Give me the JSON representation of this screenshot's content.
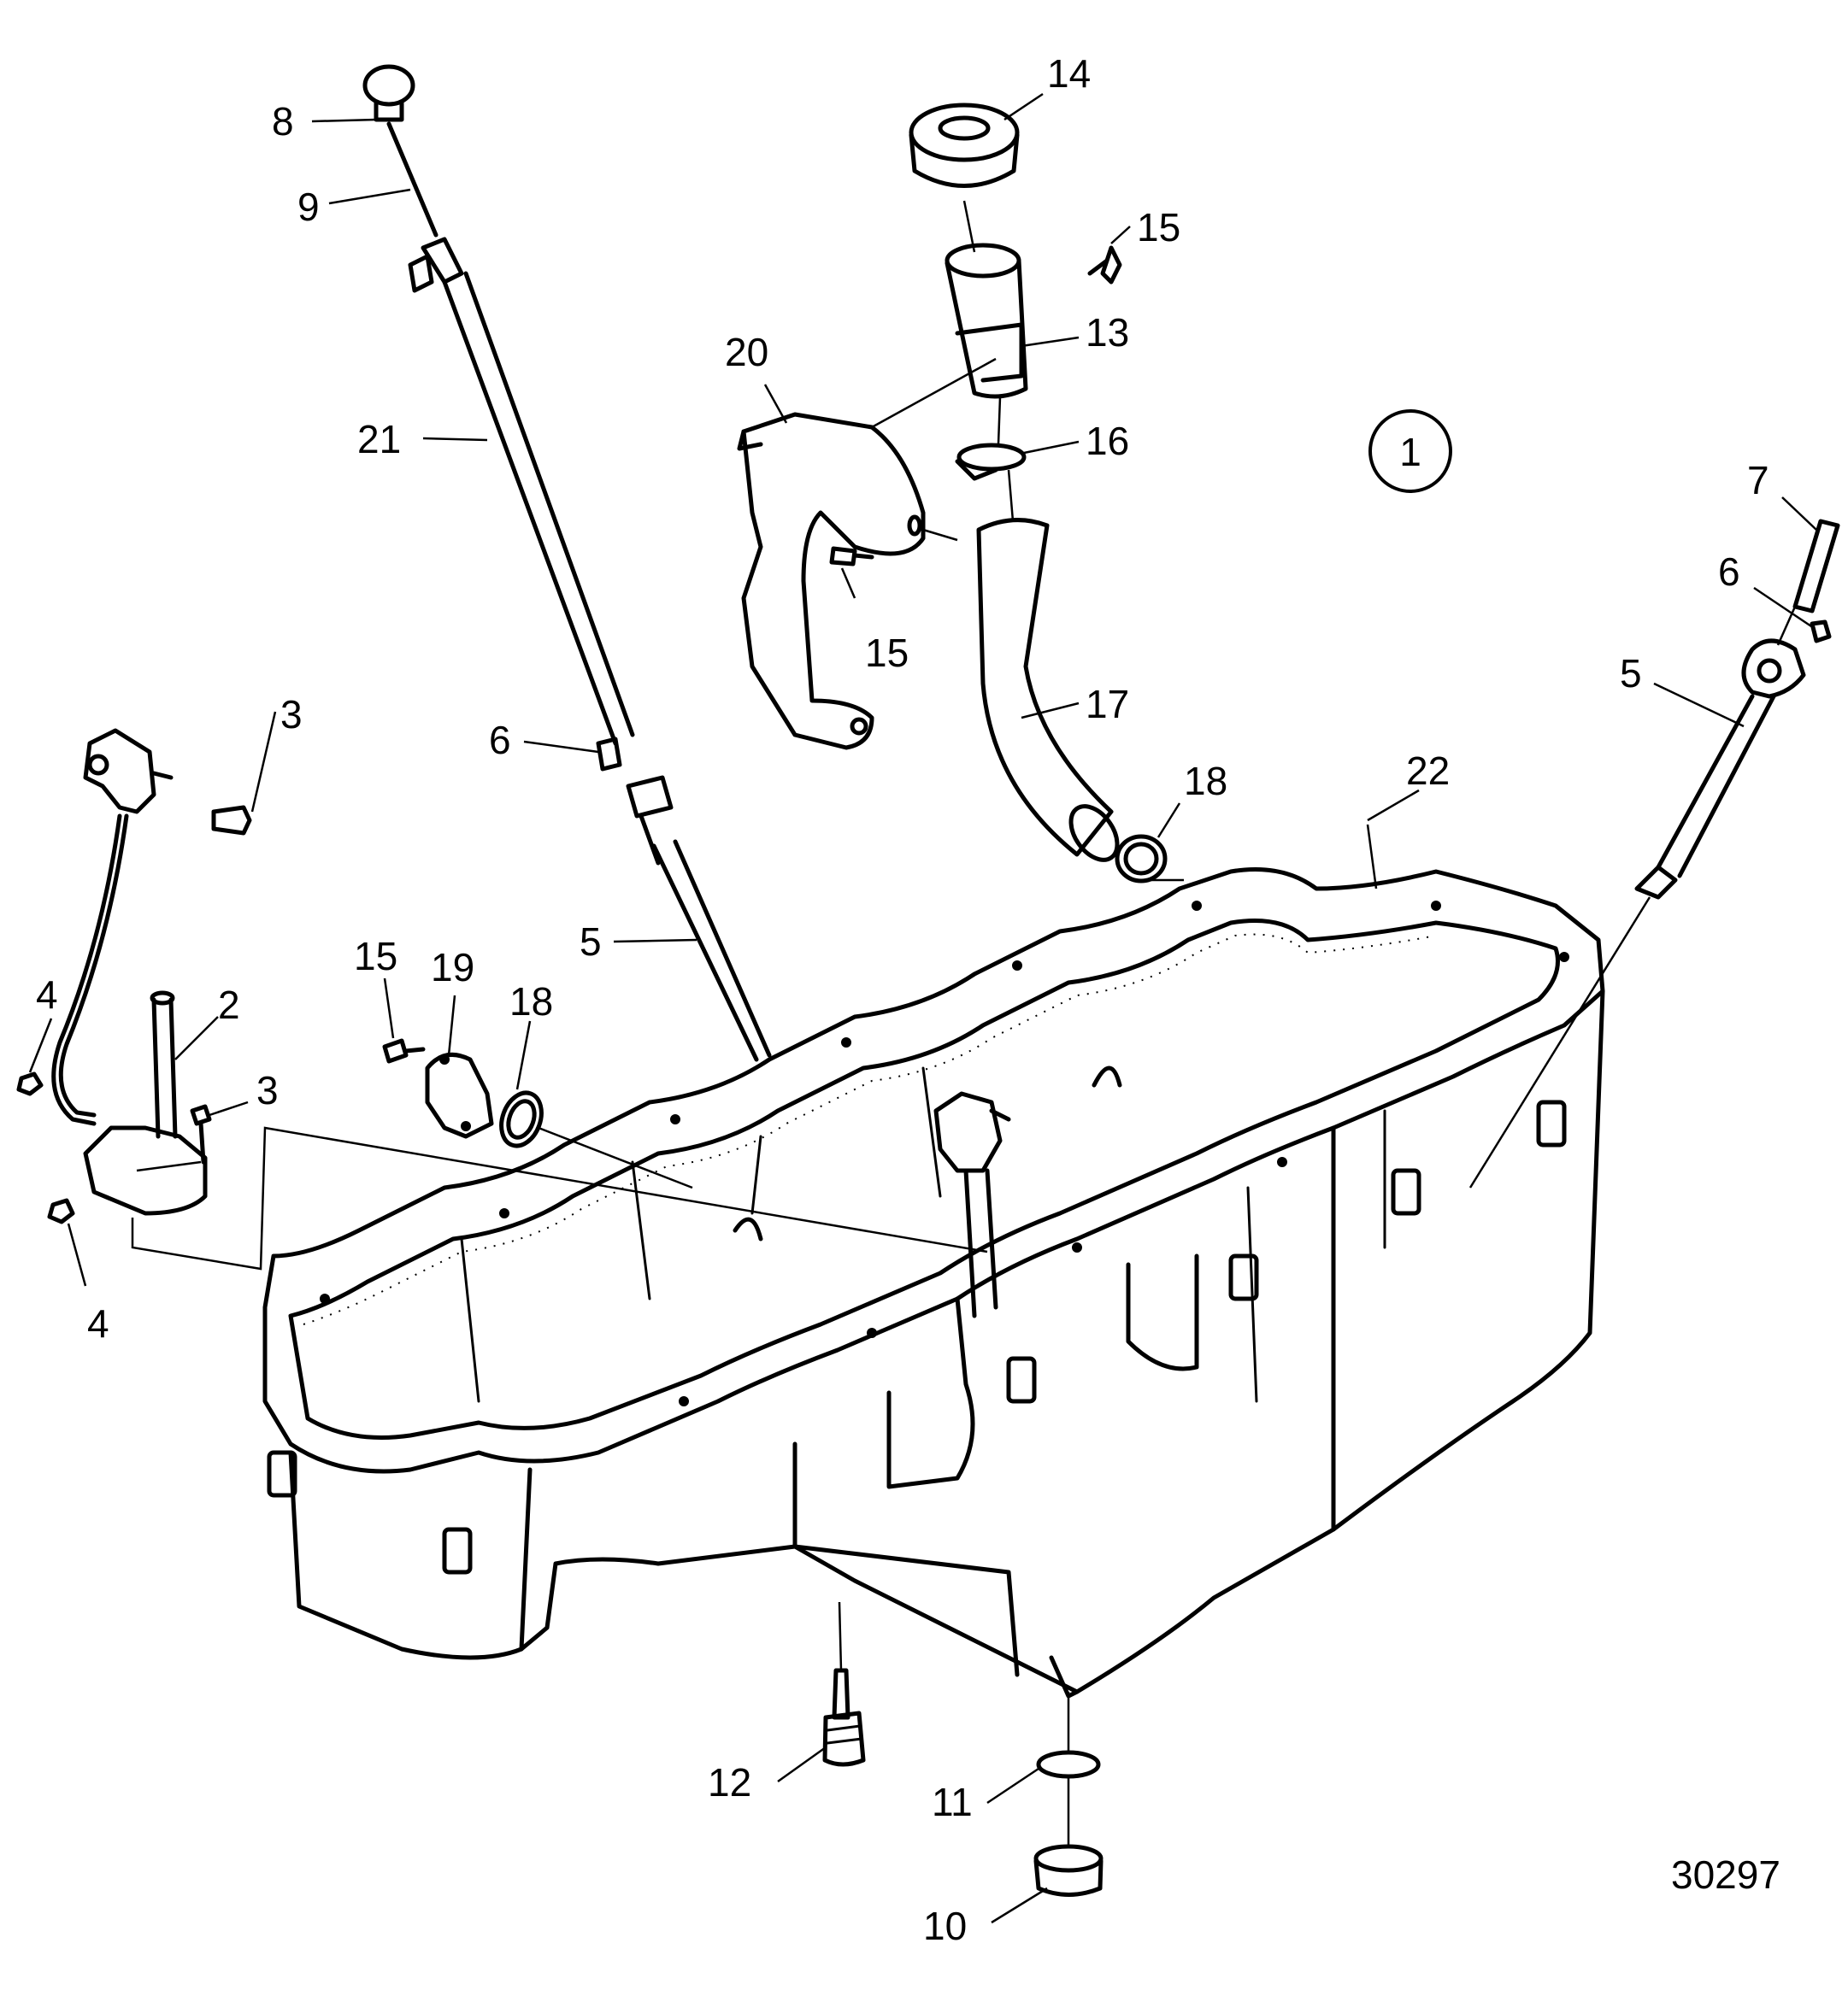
{
  "figure_number": "30297",
  "view_marker": "1",
  "callouts": [
    {
      "id": "c8",
      "text": "8"
    },
    {
      "id": "c9",
      "text": "9"
    },
    {
      "id": "c21",
      "text": "21"
    },
    {
      "id": "c20",
      "text": "20"
    },
    {
      "id": "c14",
      "text": "14"
    },
    {
      "id": "c15a",
      "text": "15"
    },
    {
      "id": "c13",
      "text": "13"
    },
    {
      "id": "c16",
      "text": "16"
    },
    {
      "id": "c15b",
      "text": "15"
    },
    {
      "id": "c17",
      "text": "17"
    },
    {
      "id": "c7",
      "text": "7"
    },
    {
      "id": "c6a",
      "text": "6"
    },
    {
      "id": "c5a",
      "text": "5"
    },
    {
      "id": "c3a",
      "text": "3"
    },
    {
      "id": "c6b",
      "text": "6"
    },
    {
      "id": "c18a",
      "text": "18"
    },
    {
      "id": "c22",
      "text": "22"
    },
    {
      "id": "c4a",
      "text": "4"
    },
    {
      "id": "c2",
      "text": "2"
    },
    {
      "id": "c3b",
      "text": "3"
    },
    {
      "id": "c15c",
      "text": "15"
    },
    {
      "id": "c19",
      "text": "19"
    },
    {
      "id": "c18b",
      "text": "18"
    },
    {
      "id": "c5b",
      "text": "5"
    },
    {
      "id": "c4b",
      "text": "4"
    },
    {
      "id": "c12",
      "text": "12"
    },
    {
      "id": "c11",
      "text": "11"
    },
    {
      "id": "c10",
      "text": "10"
    }
  ]
}
